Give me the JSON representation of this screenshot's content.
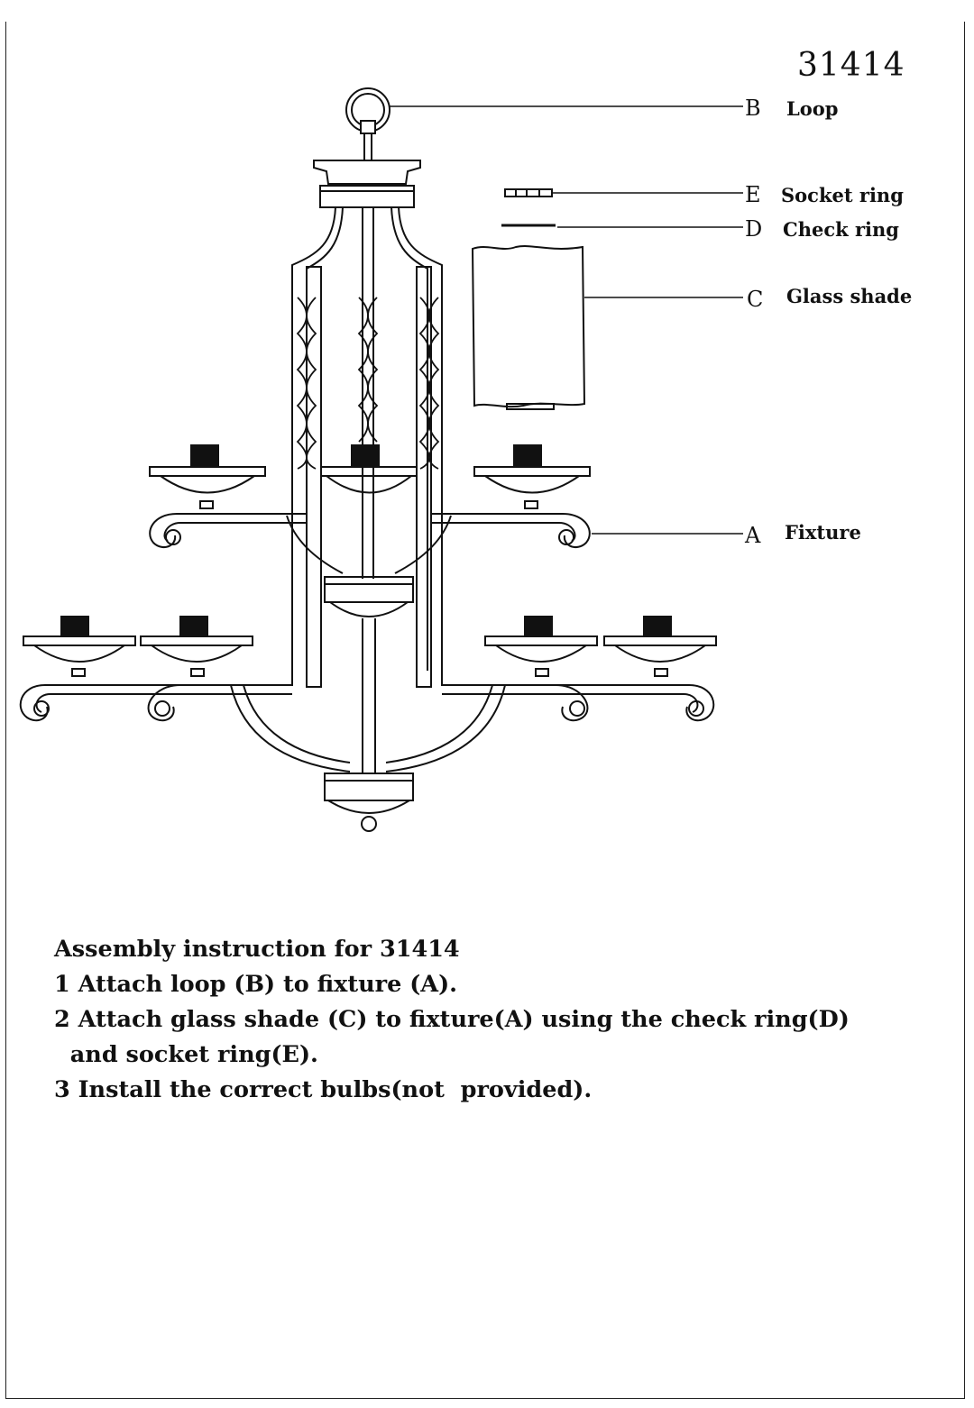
{
  "model_number": "31414",
  "parts": [
    {
      "letter": "B",
      "name": "Loop"
    },
    {
      "letter": "E",
      "name": "Socket ring"
    },
    {
      "letter": "D",
      "name": "Check ring"
    },
    {
      "letter": "C",
      "name": "Glass shade"
    },
    {
      "letter": "A",
      "name": "Fixture"
    }
  ],
  "instructions": {
    "title": "Assembly instruction for 31414",
    "step1": "1 Attach loop (B) to fixture (A).",
    "step2a": "2 Attach glass shade (C) to fixture(A) using the check ring(D)",
    "step2b": "  and socket ring(E).",
    "step3": "3 Install the correct bulbs(not  provided)."
  }
}
